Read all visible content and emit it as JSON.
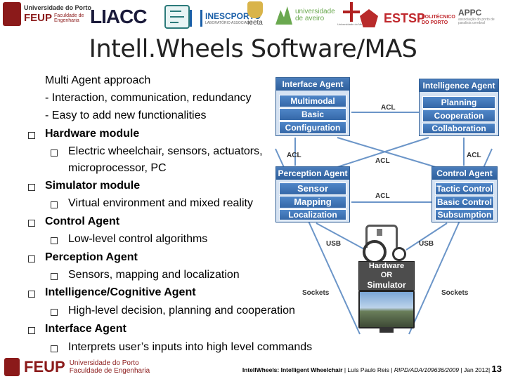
{
  "logos": {
    "uporto_line1": "Universidade do Porto",
    "uporto_feup": "FEUP",
    "uporto_line2": "Faculdade de",
    "uporto_line3": "Engenharia",
    "liacc": "LIACC",
    "inesc": "INESCPORTO",
    "inesc_sub": "LABORATÓRIO ASSOCIADO",
    "ieeta": "ieeta",
    "aveiro_line1": "universidade",
    "aveiro_line2": "de aveiro",
    "minho": "Universidade do Minho",
    "estsp": "ESTSP",
    "politecnico_line1": "POLITÉCNICO",
    "politecnico_line2": "DO PORTO",
    "appc": "APPC",
    "appc_sub": "associação do porto de paralisia cerebral"
  },
  "slide": {
    "title": "Intell.Wheels Software/MAS"
  },
  "bullets": {
    "multi_agent": "Multi Agent approach",
    "dash_1": "- Interaction, communication, redundancy",
    "dash_2": "- Easy to add new functionalities",
    "hardware": "Hardware module",
    "hardware_sub_1": "Electric wheelchair, sensors, actuators,",
    "hardware_sub_2": "microprocessor, PC",
    "simulator": "Simulator module",
    "simulator_sub": "Virtual environment and mixed reality",
    "control": "Control Agent",
    "control_sub": "Low-level control algorithms",
    "perception": "Perception Agent",
    "perception_sub": "Sensors, mapping and localization",
    "intelligence": "Intelligence/Cognitive Agent",
    "intelligence_sub": "High-level decision, planning and cooperation",
    "interface": "Interface Agent",
    "interface_sub": "Interprets user’s inputs into high level commands"
  },
  "diagram": {
    "interface_agent": {
      "title": "Interface Agent",
      "items": [
        "Multimodal",
        "Basic",
        "Configuration"
      ]
    },
    "intelligence_agent": {
      "title": "Intelligence Agent",
      "items": [
        "Planning",
        "Cooperation",
        "Collaboration"
      ]
    },
    "perception_agent": {
      "title": "Perception Agent",
      "items": [
        "Sensor",
        "Mapping",
        "Localization"
      ]
    },
    "control_agent": {
      "title": "Control Agent",
      "items": [
        "Tactic Control",
        "Basic Control",
        "Subsumption"
      ]
    },
    "labels": {
      "acl_top": "ACL",
      "acl_left": "ACL",
      "acl_middle": "ACL",
      "acl_right": "ACL",
      "acl_lower": "ACL",
      "usb_left": "USB",
      "usb_right": "USB",
      "hardware": "Hardware",
      "or": "OR",
      "simulator": "Simulator",
      "sockets_left": "Sockets",
      "sockets_right": "Sockets"
    },
    "colors": {
      "box_dark": "#2e5f9c",
      "box_light": "#4f86c8",
      "line": "#6b95c8"
    }
  },
  "footer": {
    "feup": "FEUP",
    "line1": "Universidade do Porto",
    "line2": "Faculdade de Engenharia",
    "text_bold": "IntellWheels: Intelligent Wheelchair",
    "sep1": " | ",
    "author": "Luís Paulo Reis",
    "sep2": " | ",
    "project": "RIPD/ADA/109636/2009",
    "sep3": " | ",
    "date": "Jan 2012",
    "sep4": "| ",
    "page": "13"
  }
}
